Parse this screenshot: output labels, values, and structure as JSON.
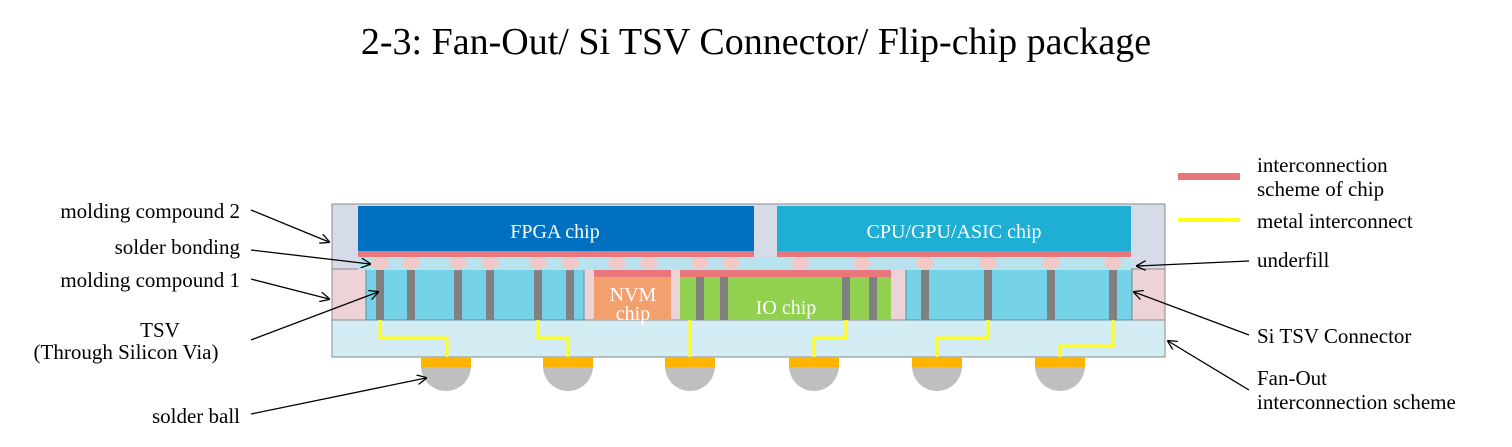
{
  "title": "2-3: Fan-Out/ Si TSV Connector/ Flip-chip package",
  "chips": {
    "fpga": "FPGA chip",
    "cpu": "CPU/GPU/ASIC  chip",
    "nvm_line1": "NVM",
    "nvm_line2": "chip",
    "io": "IO chip"
  },
  "labels_left": {
    "molding_compound_2": "molding compound 2",
    "solder_bonding": "solder bonding",
    "molding_compound_1": "molding compound 1",
    "tsv_line1": "TSV",
    "tsv_line2": "(Through Silicon Via)",
    "solder_ball": "solder ball"
  },
  "labels_right": {
    "underfill": "underfill",
    "si_tsv_connector": "Si TSV Connector",
    "fan_out_line1": "Fan-Out",
    "fan_out_line2": "interconnection scheme"
  },
  "legend": [
    {
      "line1": "interconnection",
      "line2": "scheme of chip",
      "color": "#E8767A"
    },
    {
      "line1": "metal interconnect",
      "line2": "",
      "color": "#FFFF1A"
    }
  ],
  "colors": {
    "fpga": "#0070C0",
    "cpu": "#1FAED4",
    "molding_compound_2": "#D6DBE8",
    "molding_compound_1": "#EDD3D8",
    "tsv_connector": "#76D2E6",
    "underfill": "#B8E3EE",
    "fan_out_layer": "#D4ECF3",
    "nvm": "#F2A06E",
    "io": "#92D050",
    "tsv": "#808080",
    "pad": "#FFB400",
    "solder_ball": "#BFBFBF",
    "solder_bump": "#F0C8C6",
    "metal": "#FFFF1A",
    "chip_interconnect": "#E8767A"
  }
}
